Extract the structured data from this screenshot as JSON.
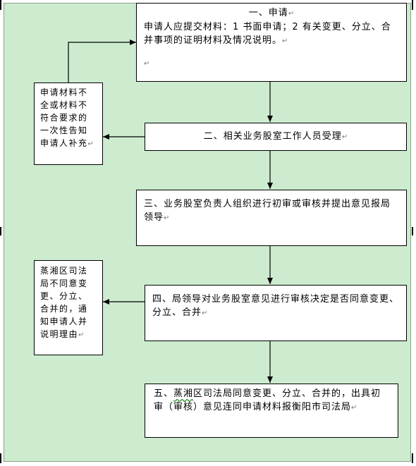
{
  "flowchart": {
    "step1": {
      "title": "一、申请",
      "body": "申请人应提交材料：1 书面申请；2 有关变更、分立、合并事项的证明材料及情况说明。"
    },
    "step2": {
      "body": "二、相关业务股室工作人员受理"
    },
    "step3": {
      "body": "三、业务股室负责人组织进行初审或审核并提出意见报局领导"
    },
    "step4": {
      "body": "四、局领导对业务股室意见进行审核决定是否同意变更、分立、合并"
    },
    "step5": {
      "part1": "五、",
      "part2": "蒸湘",
      "part3": "区司法局同意变更、分立、合并的，出具初审（审核）意见连同申请材料报衡阳市司法局"
    },
    "side_incomplete": {
      "body": "申请材料不全或材料不符合要求的一次性告知申请人补充"
    },
    "side_reject": {
      "body": "蒸湘区司法局不同意变更、分立、合并的，通知申请人并说明理由"
    },
    "paragraph_mark": "↵"
  },
  "colors": {
    "panel": "#cdeccf",
    "box": "#ffffff",
    "line": "#000000"
  }
}
